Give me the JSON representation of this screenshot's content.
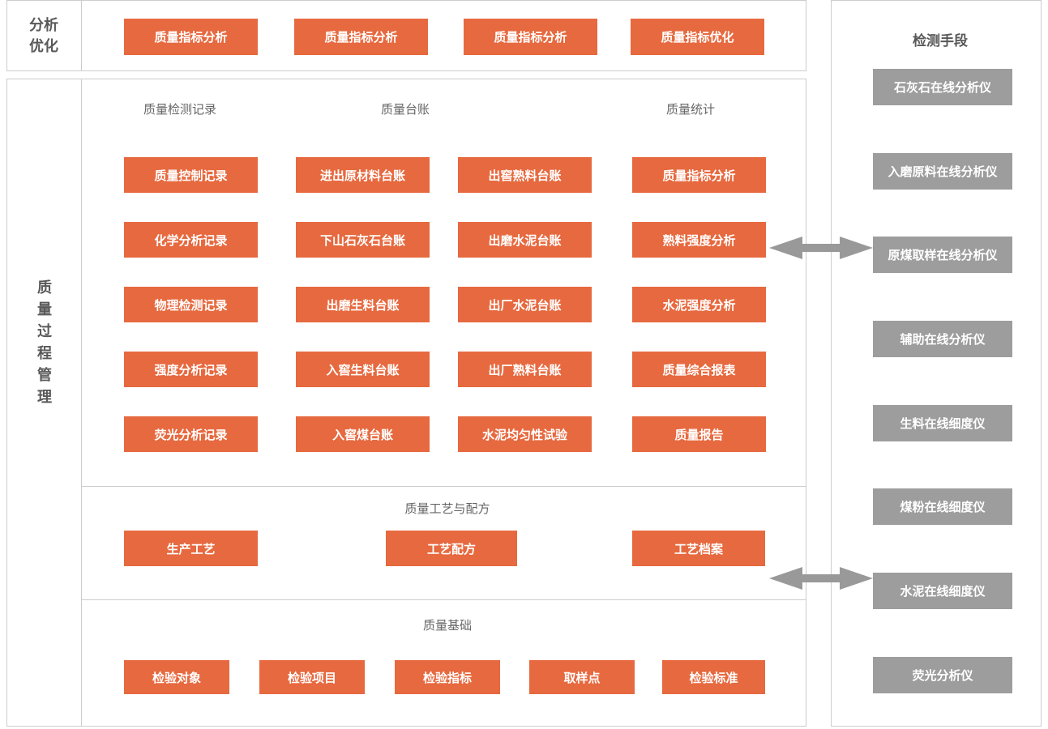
{
  "colors": {
    "accent_orange": "#E7693F",
    "device_gray": "#9D9D9D",
    "border_gray": "#CCCCCC",
    "heading_text": "#666666",
    "label_text": "#595959",
    "arrow_gray": "#999999"
  },
  "top": {
    "label_line1": "分析",
    "label_line2": "优化",
    "buttons": [
      "质量指标分析",
      "质量指标分析",
      "质量指标分析",
      "质量指标优化"
    ]
  },
  "main": {
    "side_label": "质量过程管理",
    "records": {
      "header_records": "质量检测记录",
      "header_ledger": "质量台账",
      "header_stats": "质量统计",
      "col_records": [
        "质量控制记录",
        "化学分析记录",
        "物理检测记录",
        "强度分析记录",
        "荧光分析记录"
      ],
      "col_ledger_a": [
        "进出原材料台账",
        "下山石灰石台账",
        "出磨生料台账",
        "入窖生料台账",
        "入窖煤台账"
      ],
      "col_ledger_b": [
        "出窖熟料台账",
        "出磨水泥台账",
        "出厂水泥台账",
        "出厂熟料台账",
        "水泥均匀性试验"
      ],
      "col_stats": [
        "质量指标分析",
        "熟料强度分析",
        "水泥强度分析",
        "质量综合报表",
        "质量报告"
      ]
    },
    "process": {
      "title": "质量工艺与配方",
      "buttons": [
        "生产工艺",
        "工艺配方",
        "工艺档案"
      ]
    },
    "basics": {
      "title": "质量基础",
      "buttons": [
        "检验对象",
        "检验项目",
        "检验指标",
        "取样点",
        "检验标准"
      ]
    }
  },
  "sidebar": {
    "title": "检测手段",
    "buttons": [
      "石灰石在线分析仪",
      "入磨原料在线分析仪",
      "原煤取样在线分析仪",
      "辅助在线分析仪",
      "生料在线细度仪",
      "煤粉在线细度仪",
      "水泥在线细度仪",
      "荧光分析仪"
    ]
  },
  "icons": {
    "link_arrow": "double-headed-arrow"
  }
}
